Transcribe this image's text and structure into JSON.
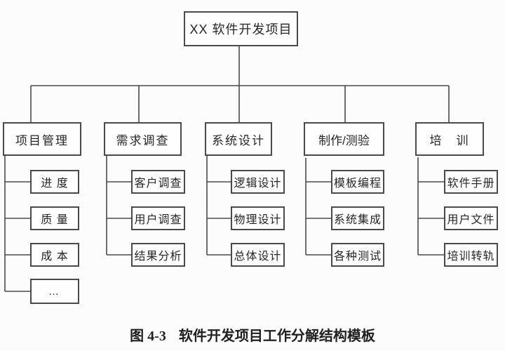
{
  "diagram": {
    "type": "work-breakdown-structure",
    "colors": {
      "background": "#fcfcfc",
      "line": "#4a4a4a",
      "text": "#262626"
    },
    "root": {
      "label": "XX 软件开发项目"
    },
    "branches": [
      {
        "label": "项目管理",
        "children": [
          "进 度",
          "质 量",
          "成 本",
          "…"
        ]
      },
      {
        "label": "需求调查",
        "children": [
          "客户调查",
          "用户调查",
          "结果分析"
        ]
      },
      {
        "label": "系统设计",
        "children": [
          "逻辑设计",
          "物理设计",
          "总体设计"
        ]
      },
      {
        "label": "制作/测验",
        "children": [
          "模板编程",
          "系统集成",
          "各种测试"
        ]
      },
      {
        "label": "培　训",
        "children": [
          "软件手册",
          "用户文件",
          "培训转轨"
        ]
      }
    ],
    "caption": {
      "figure_label": "图 4-3",
      "title": "软件开发项目工作分解结构模板"
    }
  }
}
